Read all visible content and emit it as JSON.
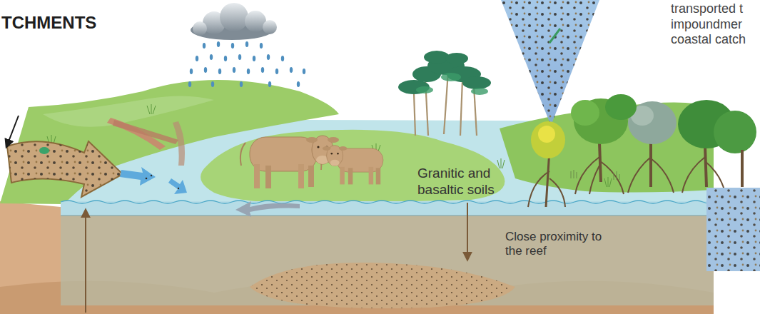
{
  "diagram": {
    "labels": [
      "TCHMENTS",
      "transported t impoundmer coastal catch",
      "Granitic and basaltic soils",
      "Close proximity to the reef"
    ]
  }
}
